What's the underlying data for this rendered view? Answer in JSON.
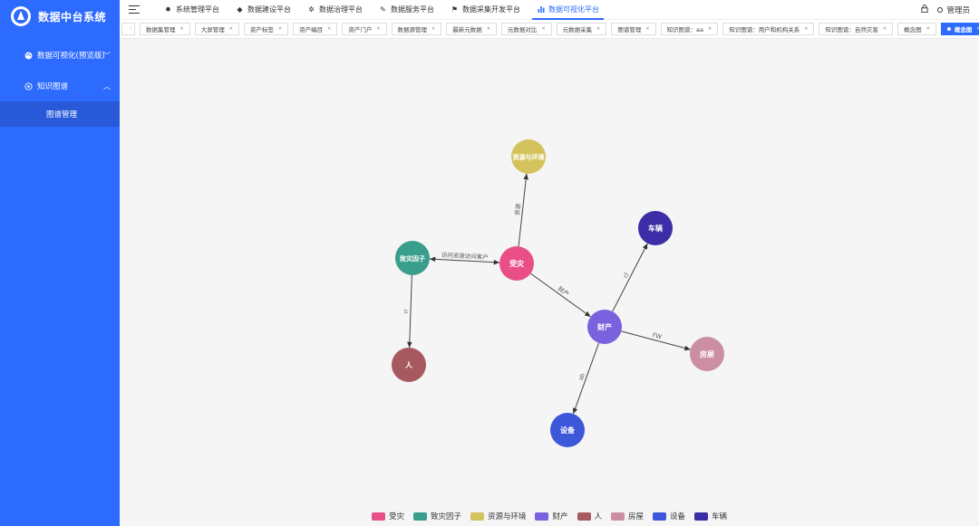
{
  "sidebar": {
    "brand_title": "数据中台系统",
    "menu": [
      {
        "label": "数据可视化(预览版)",
        "icon": "palette-icon",
        "expanded": false
      },
      {
        "label": "知识图谱",
        "icon": "knowledge-graph-icon",
        "expanded": true
      }
    ],
    "submenu": [
      {
        "label": "图谱管理"
      }
    ]
  },
  "topnav": {
    "items": [
      {
        "label": "系统管理平台",
        "icon": "gear-icon"
      },
      {
        "label": "数据建设平台",
        "icon": "cube-icon"
      },
      {
        "label": "数据治理平台",
        "icon": "settings-icon"
      },
      {
        "label": "数据服务平台",
        "icon": "service-icon"
      },
      {
        "label": "数据采集开发平台",
        "icon": "flag-icon"
      },
      {
        "label": "数据可视化平台",
        "icon": "bar-chart-icon",
        "active": true
      }
    ],
    "user": "管理员"
  },
  "tabs": [
    {
      "label": "数据集管理"
    },
    {
      "label": "大屏管理"
    },
    {
      "label": "资产标签"
    },
    {
      "label": "资产编目"
    },
    {
      "label": "资产门户"
    },
    {
      "label": "数据源管理"
    },
    {
      "label": "最新元数据"
    },
    {
      "label": "元数据对比"
    },
    {
      "label": "元数据采集"
    },
    {
      "label": "图谱管理"
    },
    {
      "label": "知识图谱：aa"
    },
    {
      "label": "知识图谱：用户和机构关系"
    },
    {
      "label": "知识图谱：自然灾害"
    },
    {
      "label": "概念图"
    },
    {
      "label": "概念图",
      "active": true
    }
  ],
  "graph": {
    "nodes": [
      {
        "id": "shouzai",
        "label": "受灾",
        "color": "#e94f86"
      },
      {
        "id": "zhizai",
        "label": "致灾因子",
        "color": "#3a9e8c"
      },
      {
        "id": "ziyuan",
        "label": "资源与环境",
        "color": "#d4c35c"
      },
      {
        "id": "caichan",
        "label": "财产",
        "color": "#7a61de"
      },
      {
        "id": "ren",
        "label": "人",
        "color": "#a65a60"
      },
      {
        "id": "fangwu",
        "label": "房屋",
        "color": "#cc8fa2"
      },
      {
        "id": "shebei",
        "label": "设备",
        "color": "#3d57d9"
      },
      {
        "id": "cheliang",
        "label": "车辆",
        "color": "#3b2ea6"
      }
    ],
    "edges": [
      {
        "from": "shouzai",
        "to": "ziyuan",
        "label": "资源"
      },
      {
        "from": "shouzai",
        "to": "zhizai",
        "label": "访问资源访问客户",
        "bidirectional": true
      },
      {
        "from": "shouzai",
        "to": "caichan",
        "label": "财产"
      },
      {
        "from": "zhizai",
        "to": "ren",
        "label": "rr"
      },
      {
        "from": "caichan",
        "to": "cheliang",
        "label": "cl"
      },
      {
        "from": "caichan",
        "to": "fangwu",
        "label": "FW"
      },
      {
        "from": "caichan",
        "to": "shebei",
        "label": "sb"
      }
    ]
  },
  "legend": [
    {
      "label": "受灾",
      "color": "#e94f86"
    },
    {
      "label": "致灾因子",
      "color": "#3a9e8c"
    },
    {
      "label": "资源与环境",
      "color": "#d4c35c"
    },
    {
      "label": "财产",
      "color": "#7a61de"
    },
    {
      "label": "人",
      "color": "#a65a60"
    },
    {
      "label": "房屋",
      "color": "#cc8fa2"
    },
    {
      "label": "设备",
      "color": "#3d57d9"
    },
    {
      "label": "车辆",
      "color": "#3b2ea6"
    }
  ]
}
